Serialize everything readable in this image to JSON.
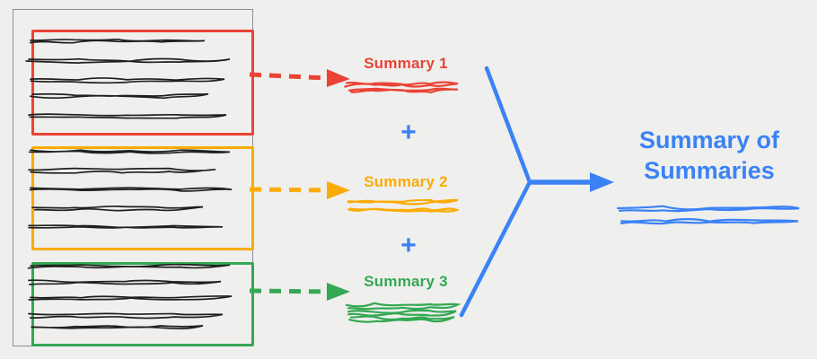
{
  "colors": {
    "background": "#efefed",
    "document_border": "#8a8f98",
    "red": "#ea4335",
    "yellow": "#fbab05",
    "green": "#34a853",
    "blue": "#3b82f6",
    "ink": "#1f1f1f"
  },
  "document": {
    "sections": [
      {
        "name": "section-1",
        "color": "red"
      },
      {
        "name": "section-2",
        "color": "yellow"
      },
      {
        "name": "section-3",
        "color": "green"
      }
    ]
  },
  "summaries": [
    {
      "label": "Summary 1",
      "color": "red"
    },
    {
      "label": "Summary 2",
      "color": "yellow"
    },
    {
      "label": "Summary 3",
      "color": "green"
    }
  ],
  "plus_sign": "+",
  "final_summary": {
    "title": "Summary of Summaries",
    "color": "blue"
  }
}
